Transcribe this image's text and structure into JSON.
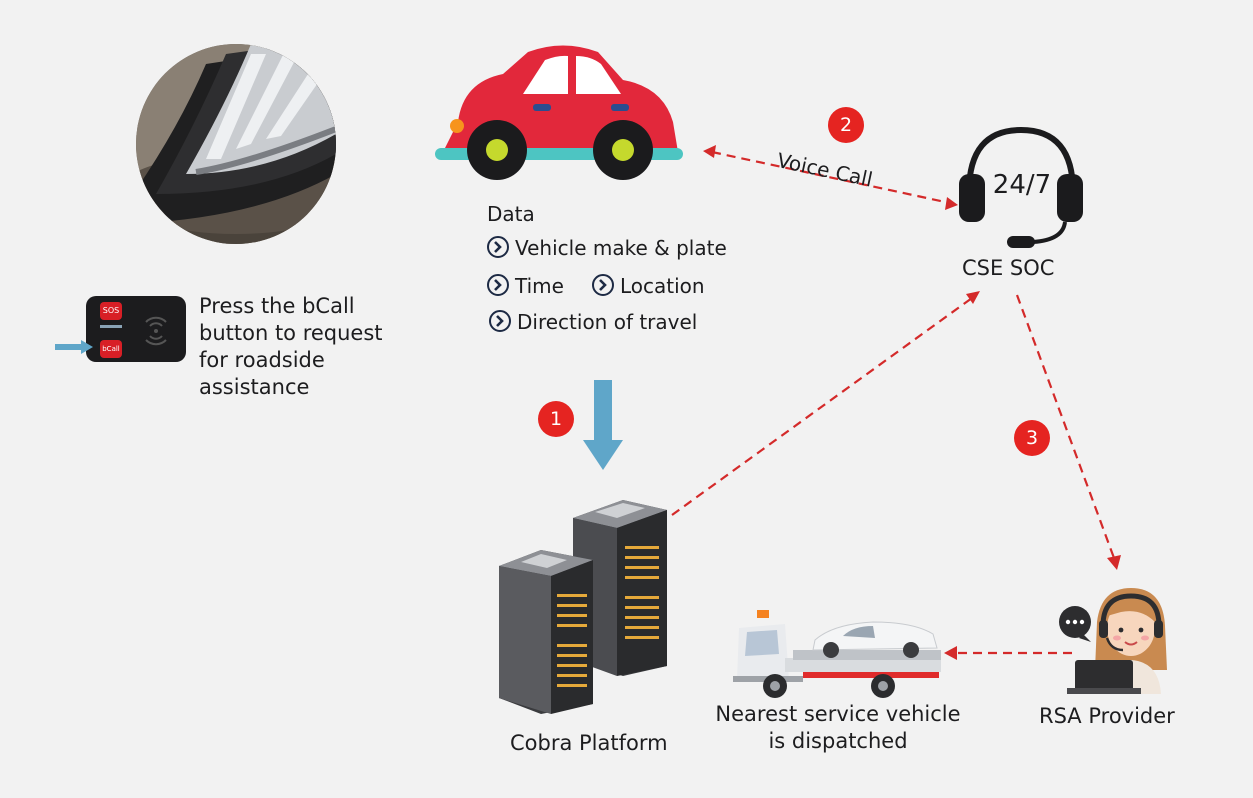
{
  "colors": {
    "background": "#f2f2f2",
    "badge": "#e52421",
    "dashed_arrow": "#d42a2a",
    "down_arrow": "#5fa6c9",
    "car_body": "#e2283b",
    "text": "#1d1d1f"
  },
  "bcall": {
    "text_lines": [
      "Press the bCall",
      "button to request",
      "for roadside",
      "assistance"
    ],
    "device": {
      "sos_label": "SOS",
      "bcall_label": "bCall"
    }
  },
  "data_panel": {
    "title": "Data",
    "items": [
      "Vehicle make & plate",
      "Time",
      "Location",
      "Direction of travel"
    ]
  },
  "soc": {
    "headset_text": "24/7",
    "label": "CSE SOC"
  },
  "voice_call": {
    "label": "Voice Call"
  },
  "steps": [
    "1",
    "2",
    "3"
  ],
  "platform": {
    "label": "Cobra Platform"
  },
  "service": {
    "line1": "Nearest service vehicle",
    "line2": "is dispatched"
  },
  "rsa": {
    "label": "RSA Provider"
  },
  "icons": [
    "flat-tire-photo",
    "car-icon",
    "headset-icon",
    "server-icon",
    "tow-truck-icon",
    "operator-icon",
    "chevron-right-icon",
    "down-arrow-icon",
    "speech-bubble-icon"
  ]
}
